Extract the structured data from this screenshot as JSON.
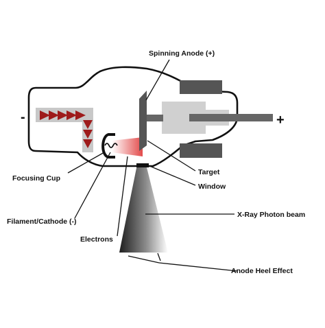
{
  "labels": {
    "spinning_anode": "Spinning Anode (+)",
    "target": "Target",
    "window": "Window",
    "xray_beam": "X-Ray Photon beam",
    "focusing_cup": "Focusing Cup",
    "filament_cathode": "Filament/Cathode (-)",
    "electrons": "Electrons",
    "anode_heel": "Anode Heel Effect"
  },
  "polarity": {
    "negative": "-",
    "positive": "+"
  },
  "colors": {
    "arrows": "#9e1b1b",
    "cathode_path": "#c8c8c8",
    "anode_light": "#d0d0d0",
    "anode_dark": "#555555",
    "glass_outline": "#111111",
    "electron_beam": "#e24a4a",
    "xray_beam_dark": "#2a2a2a",
    "xray_beam_light": "#ffffff"
  }
}
